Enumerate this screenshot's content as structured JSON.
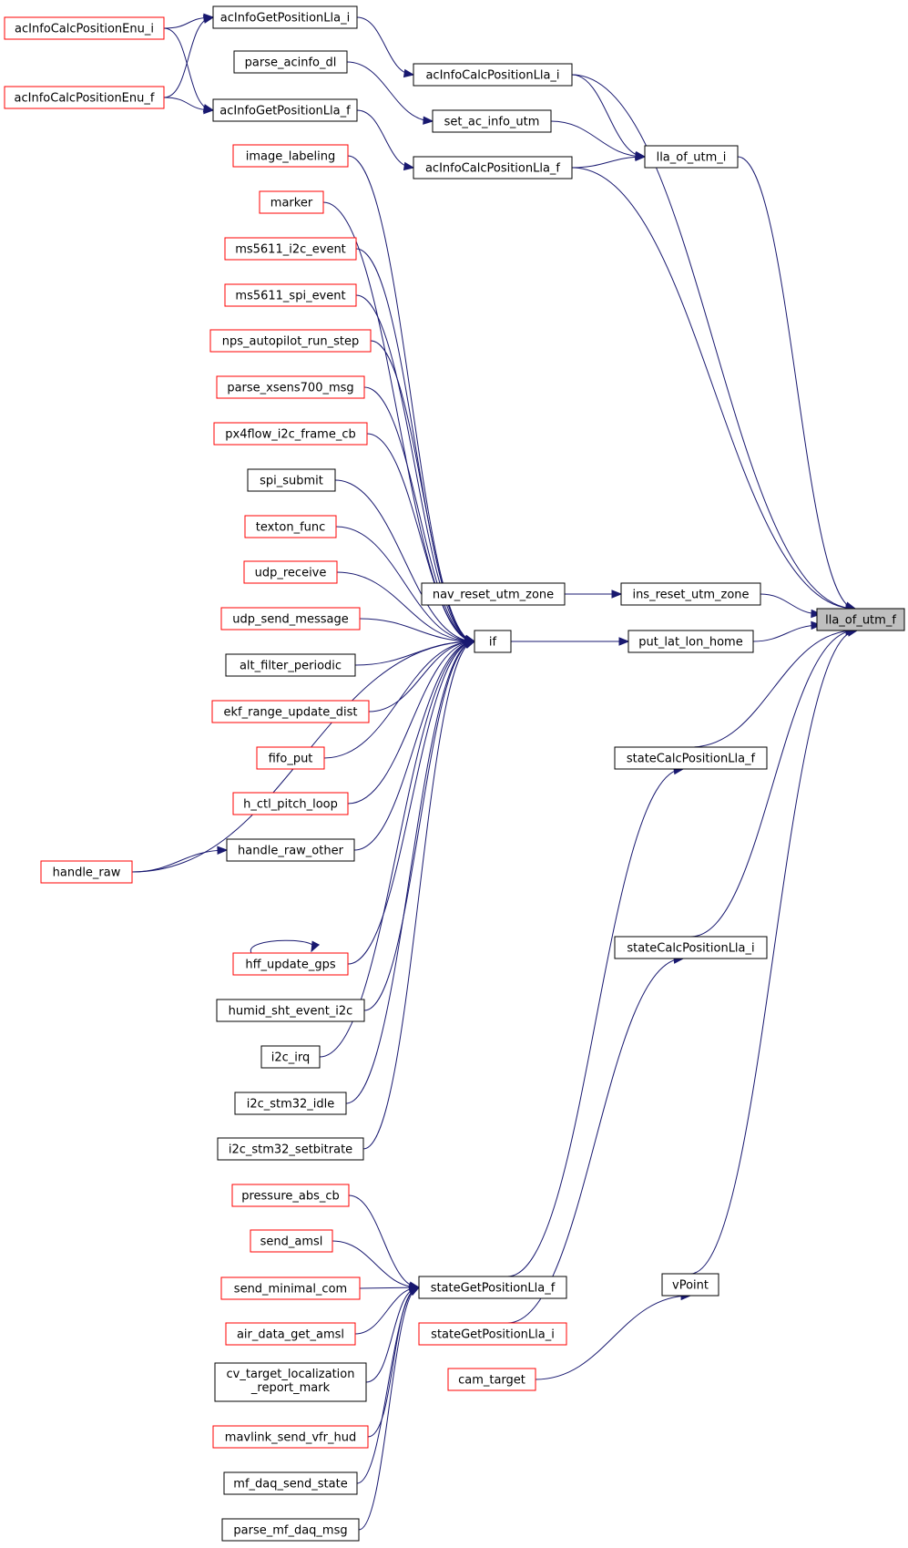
{
  "colors": {
    "edge": "#191970",
    "border_documented": "#000000",
    "border_incomplete": "#ff0000",
    "root_fill": "#bfbfbf",
    "node_fill": "#ffffff"
  },
  "nodes": [
    {
      "id": "root",
      "label": "lla_of_utm_f",
      "style": "root"
    },
    {
      "id": "acInfoCalcPositionEnu_i",
      "label": "acInfoCalcPositionEnu_i",
      "style": "red"
    },
    {
      "id": "acInfoCalcPositionEnu_f",
      "label": "acInfoCalcPositionEnu_f",
      "style": "red"
    },
    {
      "id": "acInfoGetPositionLla_i",
      "label": "acInfoGetPositionLla_i",
      "style": "black"
    },
    {
      "id": "parse_acinfo_dl",
      "label": "parse_acinfo_dl",
      "style": "black"
    },
    {
      "id": "acInfoGetPositionLla_f",
      "label": "acInfoGetPositionLla_f",
      "style": "black"
    },
    {
      "id": "acInfoCalcPositionLla_i",
      "label": "acInfoCalcPositionLla_i",
      "style": "black"
    },
    {
      "id": "set_ac_info_utm",
      "label": "set_ac_info_utm",
      "style": "black"
    },
    {
      "id": "acInfoCalcPositionLla_f",
      "label": "acInfoCalcPositionLla_f",
      "style": "black"
    },
    {
      "id": "lla_of_utm_i",
      "label": "lla_of_utm_i",
      "style": "black"
    },
    {
      "id": "image_labeling",
      "label": "image_labeling",
      "style": "red"
    },
    {
      "id": "marker",
      "label": "marker",
      "style": "red"
    },
    {
      "id": "ms5611_i2c_event",
      "label": "ms5611_i2c_event",
      "style": "red"
    },
    {
      "id": "ms5611_spi_event",
      "label": "ms5611_spi_event",
      "style": "red"
    },
    {
      "id": "nps_autopilot_run_step",
      "label": "nps_autopilot_run_step",
      "style": "red"
    },
    {
      "id": "parse_xsens700_msg",
      "label": "parse_xsens700_msg",
      "style": "red"
    },
    {
      "id": "px4flow_i2c_frame_cb",
      "label": "px4flow_i2c_frame_cb",
      "style": "red"
    },
    {
      "id": "spi_submit",
      "label": "spi_submit",
      "style": "black"
    },
    {
      "id": "texton_func",
      "label": "texton_func",
      "style": "red"
    },
    {
      "id": "udp_receive",
      "label": "udp_receive",
      "style": "red"
    },
    {
      "id": "udp_send_message",
      "label": "udp_send_message",
      "style": "red"
    },
    {
      "id": "alt_filter_periodic",
      "label": "alt_filter_periodic",
      "style": "black"
    },
    {
      "id": "ekf_range_update_dist",
      "label": "ekf_range_update_dist",
      "style": "red"
    },
    {
      "id": "fifo_put",
      "label": "fifo_put",
      "style": "red"
    },
    {
      "id": "h_ctl_pitch_loop",
      "label": "h_ctl_pitch_loop",
      "style": "red"
    },
    {
      "id": "handle_raw_other",
      "label": "handle_raw_other",
      "style": "black"
    },
    {
      "id": "handle_raw",
      "label": "handle_raw",
      "style": "red"
    },
    {
      "id": "hff_update_gps",
      "label": "hff_update_gps",
      "style": "red"
    },
    {
      "id": "humid_sht_event_i2c",
      "label": "humid_sht_event_i2c",
      "style": "black"
    },
    {
      "id": "i2c_irq",
      "label": "i2c_irq",
      "style": "black"
    },
    {
      "id": "i2c_stm32_idle",
      "label": "i2c_stm32_idle",
      "style": "black"
    },
    {
      "id": "i2c_stm32_setbitrate",
      "label": "i2c_stm32_setbitrate",
      "style": "black"
    },
    {
      "id": "if",
      "label": "if",
      "style": "black"
    },
    {
      "id": "nav_reset_utm_zone",
      "label": "nav_reset_utm_zone",
      "style": "black"
    },
    {
      "id": "ins_reset_utm_zone",
      "label": "ins_reset_utm_zone",
      "style": "black"
    },
    {
      "id": "put_lat_lon_home",
      "label": "put_lat_lon_home",
      "style": "black"
    },
    {
      "id": "stateCalcPositionLla_f",
      "label": "stateCalcPositionLla_f",
      "style": "black"
    },
    {
      "id": "stateCalcPositionLla_i",
      "label": "stateCalcPositionLla_i",
      "style": "black"
    },
    {
      "id": "pressure_abs_cb",
      "label": "pressure_abs_cb",
      "style": "red"
    },
    {
      "id": "send_amsl",
      "label": "send_amsl",
      "style": "red"
    },
    {
      "id": "send_minimal_com",
      "label": "send_minimal_com",
      "style": "red"
    },
    {
      "id": "air_data_get_amsl",
      "label": "air_data_get_amsl",
      "style": "red"
    },
    {
      "id": "cv_target_localization_report_mark",
      "label": "cv_target_localization\n_report_mark",
      "style": "black"
    },
    {
      "id": "mavlink_send_vfr_hud",
      "label": "mavlink_send_vfr_hud",
      "style": "red"
    },
    {
      "id": "mf_daq_send_state",
      "label": "mf_daq_send_state",
      "style": "black"
    },
    {
      "id": "parse_mf_daq_msg",
      "label": "parse_mf_daq_msg",
      "style": "black"
    },
    {
      "id": "stateGetPositionLla_f",
      "label": "stateGetPositionLla_f",
      "style": "black"
    },
    {
      "id": "stateGetPositionLla_i",
      "label": "stateGetPositionLla_i",
      "style": "red"
    },
    {
      "id": "cam_target",
      "label": "cam_target",
      "style": "red"
    },
    {
      "id": "vPoint",
      "label": "vPoint",
      "style": "black"
    }
  ],
  "edges": [
    [
      "acInfoCalcPositionEnu_i",
      "acInfoGetPositionLla_i"
    ],
    [
      "acInfoCalcPositionEnu_i",
      "acInfoGetPositionLla_f"
    ],
    [
      "acInfoCalcPositionEnu_f",
      "acInfoGetPositionLla_i"
    ],
    [
      "acInfoCalcPositionEnu_f",
      "acInfoGetPositionLla_f"
    ],
    [
      "acInfoGetPositionLla_i",
      "acInfoCalcPositionLla_i"
    ],
    [
      "acInfoGetPositionLla_f",
      "acInfoCalcPositionLla_f"
    ],
    [
      "parse_acinfo_dl",
      "set_ac_info_utm"
    ],
    [
      "acInfoCalcPositionLla_i",
      "lla_of_utm_i"
    ],
    [
      "set_ac_info_utm",
      "lla_of_utm_i"
    ],
    [
      "acInfoCalcPositionLla_f",
      "lla_of_utm_i"
    ],
    [
      "acInfoCalcPositionLla_i",
      "root"
    ],
    [
      "acInfoCalcPositionLla_f",
      "root"
    ],
    [
      "lla_of_utm_i",
      "root"
    ],
    [
      "image_labeling",
      "if"
    ],
    [
      "marker",
      "if"
    ],
    [
      "ms5611_i2c_event",
      "if"
    ],
    [
      "ms5611_spi_event",
      "if"
    ],
    [
      "nps_autopilot_run_step",
      "if"
    ],
    [
      "parse_xsens700_msg",
      "if"
    ],
    [
      "px4flow_i2c_frame_cb",
      "if"
    ],
    [
      "spi_submit",
      "if"
    ],
    [
      "texton_func",
      "if"
    ],
    [
      "udp_receive",
      "if"
    ],
    [
      "udp_send_message",
      "if"
    ],
    [
      "alt_filter_periodic",
      "if"
    ],
    [
      "ekf_range_update_dist",
      "if"
    ],
    [
      "fifo_put",
      "if"
    ],
    [
      "h_ctl_pitch_loop",
      "if"
    ],
    [
      "handle_raw_other",
      "if"
    ],
    [
      "handle_raw",
      "handle_raw_other"
    ],
    [
      "handle_raw",
      "if"
    ],
    [
      "hff_update_gps",
      "if"
    ],
    [
      "hff_update_gps",
      "hff_update_gps"
    ],
    [
      "humid_sht_event_i2c",
      "if"
    ],
    [
      "i2c_irq",
      "if"
    ],
    [
      "i2c_stm32_idle",
      "if"
    ],
    [
      "i2c_stm32_setbitrate",
      "if"
    ],
    [
      "nav_reset_utm_zone",
      "ins_reset_utm_zone"
    ],
    [
      "if",
      "put_lat_lon_home"
    ],
    [
      "ins_reset_utm_zone",
      "root"
    ],
    [
      "put_lat_lon_home",
      "root"
    ],
    [
      "stateCalcPositionLla_f",
      "root"
    ],
    [
      "stateCalcPositionLla_i",
      "root"
    ],
    [
      "vPoint",
      "root"
    ],
    [
      "pressure_abs_cb",
      "stateGetPositionLla_f"
    ],
    [
      "send_amsl",
      "stateGetPositionLla_f"
    ],
    [
      "send_minimal_com",
      "stateGetPositionLla_f"
    ],
    [
      "air_data_get_amsl",
      "stateGetPositionLla_f"
    ],
    [
      "cv_target_localization_report_mark",
      "stateGetPositionLla_f"
    ],
    [
      "mavlink_send_vfr_hud",
      "stateGetPositionLla_f"
    ],
    [
      "mf_daq_send_state",
      "stateGetPositionLla_f"
    ],
    [
      "parse_mf_daq_msg",
      "stateGetPositionLla_f"
    ],
    [
      "stateGetPositionLla_f",
      "stateCalcPositionLla_f"
    ],
    [
      "stateGetPositionLla_i",
      "stateCalcPositionLla_i"
    ],
    [
      "cam_target",
      "vPoint"
    ]
  ]
}
